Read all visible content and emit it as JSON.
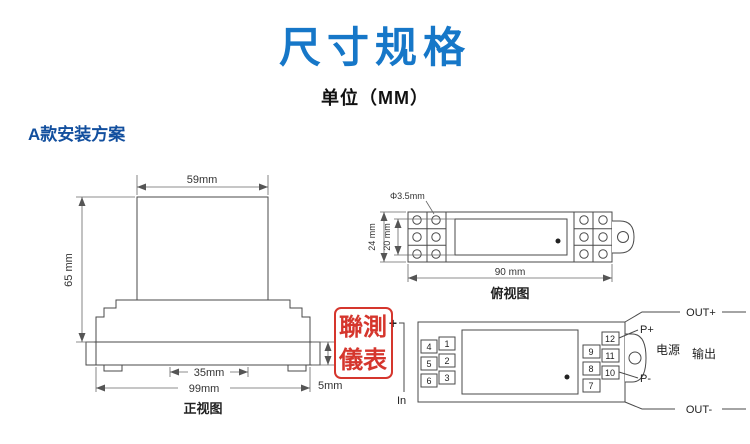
{
  "header": {
    "title": "尺寸规格",
    "subtitle": "单位（MM）",
    "section_heading": "A款安装方案"
  },
  "front_view": {
    "caption": "正视图",
    "dim_top_width": "59mm",
    "dim_height": "65 mm",
    "dim_rail_width": "35mm",
    "dim_base_width": "99mm",
    "dim_rail_depth": "5mm"
  },
  "top_view": {
    "caption": "俯视图",
    "dim_hole_diameter": "Φ3.5mm",
    "dim_outer_height": "24 mm",
    "dim_inner_height": "20 mm",
    "dim_length": "90 mm"
  },
  "wiring_view": {
    "watermark_line1": "聯測",
    "watermark_line2": "儀表",
    "input_plus": "+",
    "input_label": "In",
    "terminals_left_outer": [
      "4",
      "5",
      "6"
    ],
    "terminals_left_inner": [
      "1",
      "2",
      "3"
    ],
    "terminals_right_outer": [
      "12",
      "11",
      "10"
    ],
    "terminals_right_inner": [
      "9",
      "8",
      "7"
    ],
    "out_plus": "OUT+",
    "p_plus": "P+",
    "power_label": "电源",
    "output_label": "输出",
    "p_minus": "P-",
    "out_minus": "OUT-"
  },
  "colors": {
    "title_blue": "#1677c8",
    "heading_blue": "#124f9e",
    "watermark_red": "#d2251c",
    "line": "#4a4a4a"
  }
}
